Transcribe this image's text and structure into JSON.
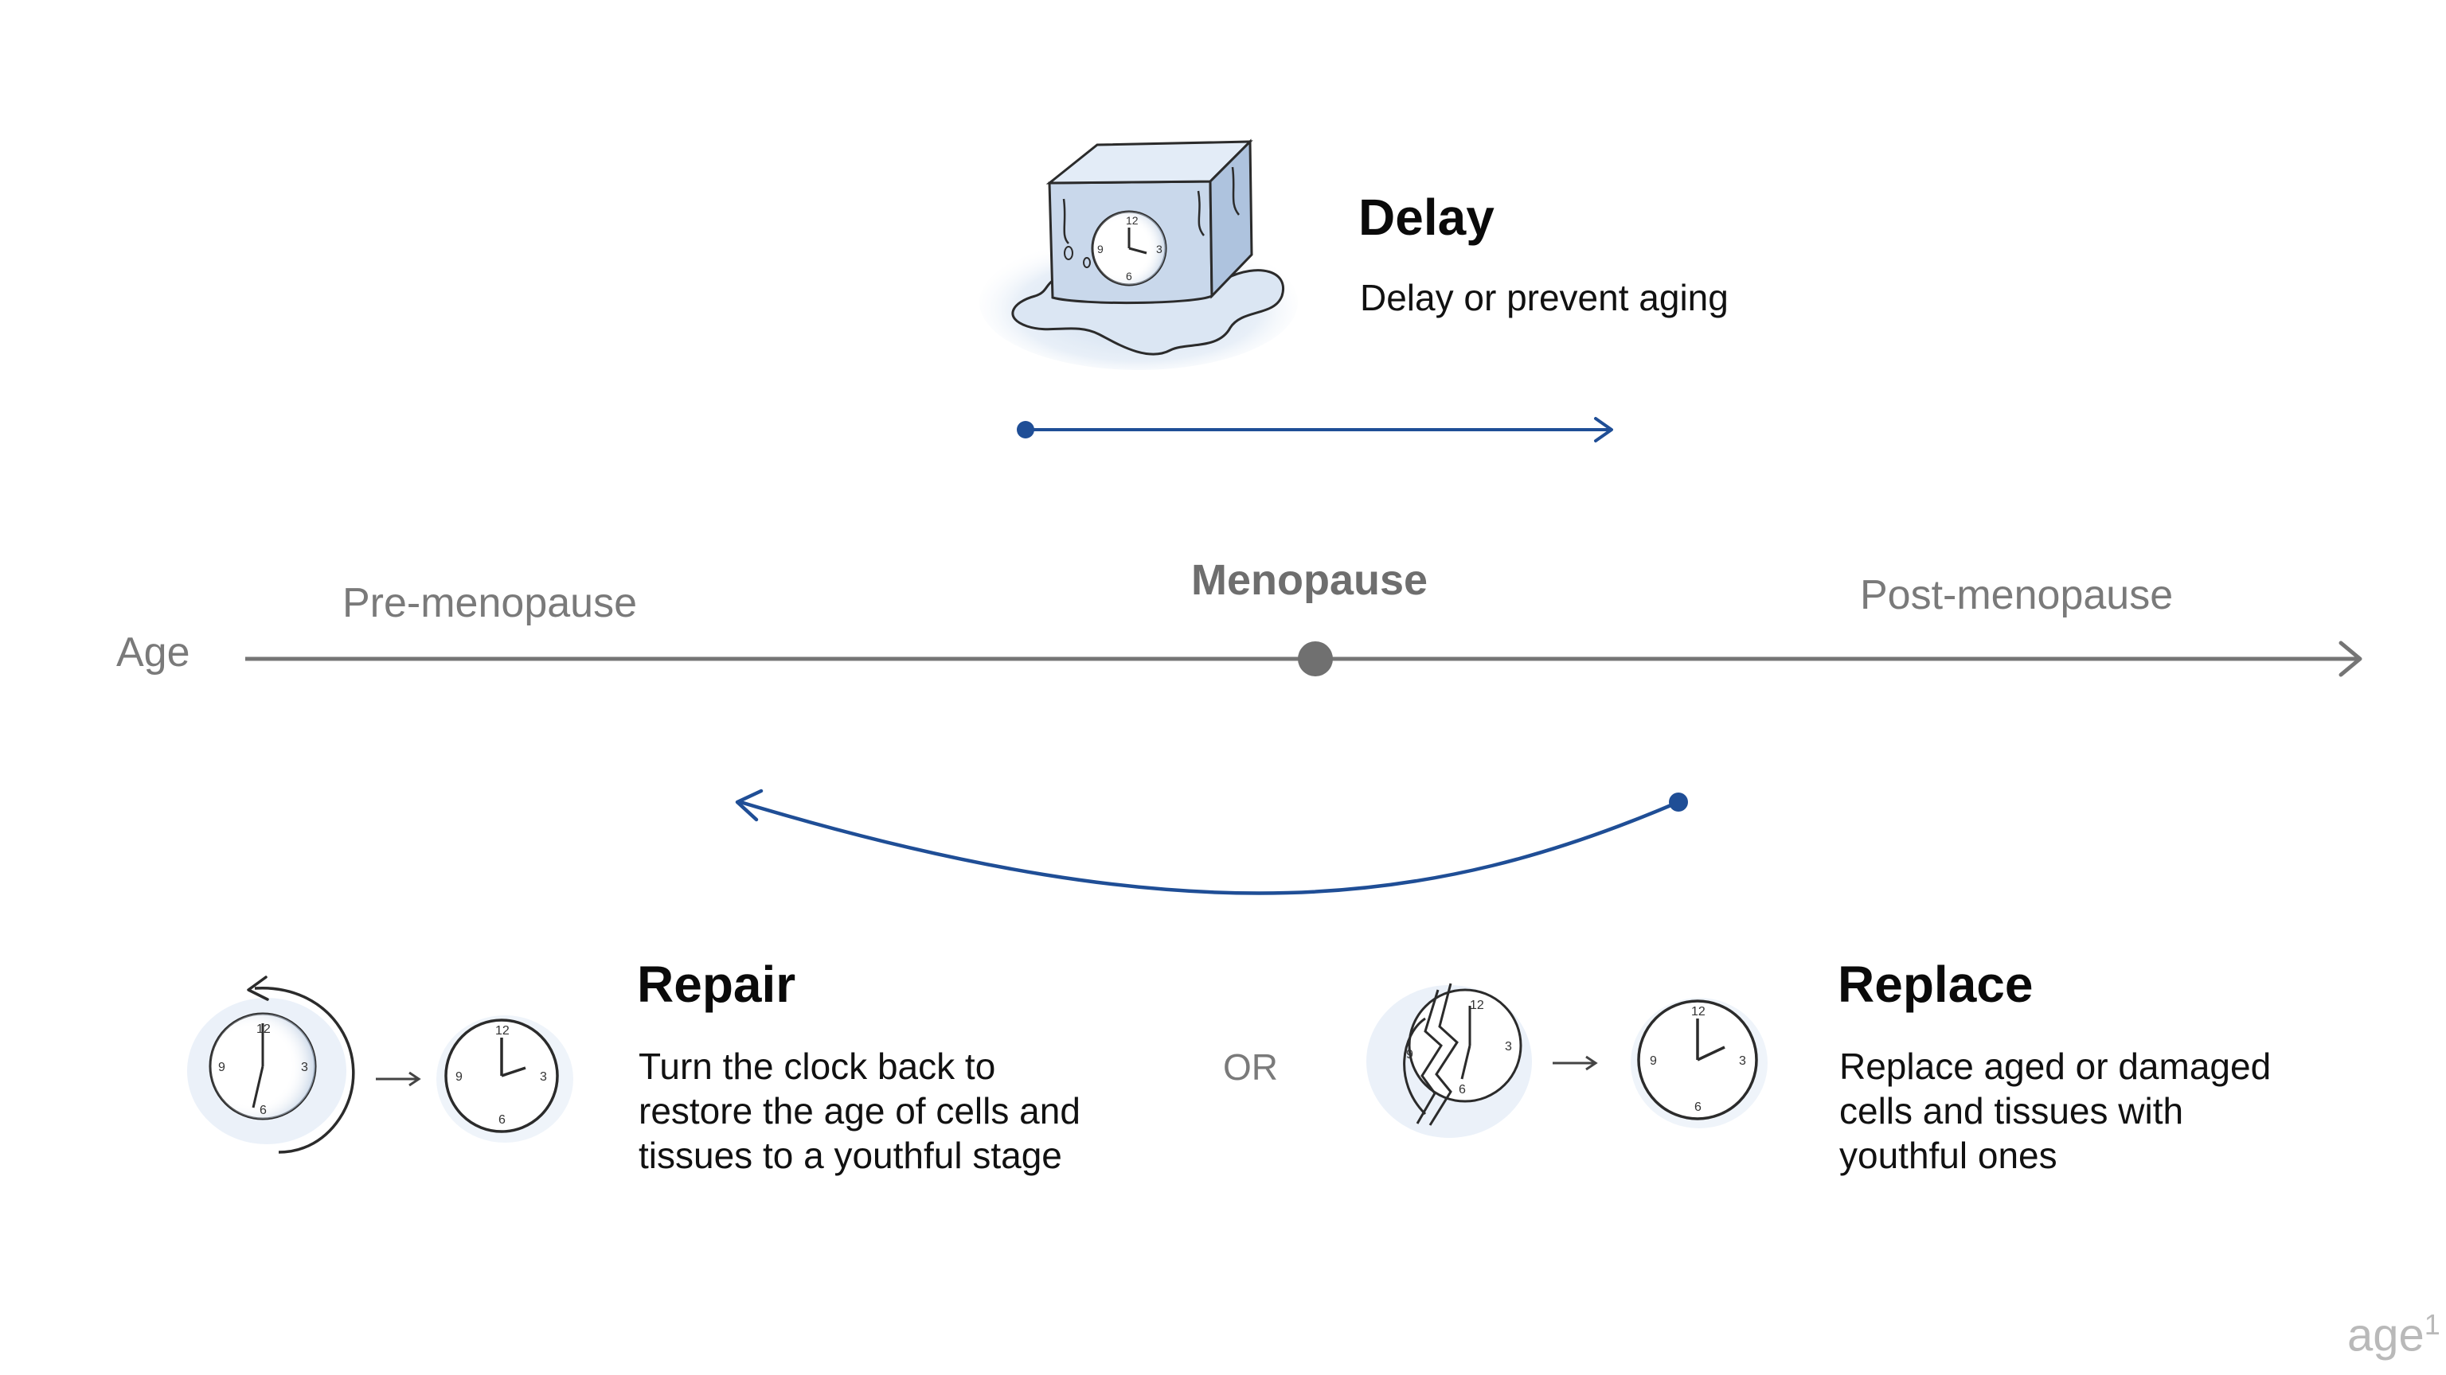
{
  "delay": {
    "title": "Delay",
    "description": "Delay or prevent aging"
  },
  "timeline": {
    "axis_label": "Age",
    "stage_left": "Pre-menopause",
    "stage_center": "Menopause",
    "stage_right": "Post-menopause"
  },
  "repair": {
    "title": "Repair",
    "description_lines": [
      "Turn the clock back to",
      "restore the age of cells and",
      "tissues to a youthful stage"
    ]
  },
  "separator": "OR",
  "replace": {
    "title": "Replace",
    "description_lines": [
      "Replace aged or damaged",
      "cells and tissues with",
      "youthful ones"
    ]
  },
  "logo": {
    "text": "age",
    "superscript": "1"
  },
  "colors": {
    "arrow_blue": "#1f4e96",
    "axis_gray": "#757575",
    "dot_gray": "#707070",
    "ice_blue": "#b9cde4"
  },
  "icons": [
    "ice-cube-clock-icon",
    "rewind-clock-icon",
    "clock-icon",
    "broken-clock-icon"
  ]
}
